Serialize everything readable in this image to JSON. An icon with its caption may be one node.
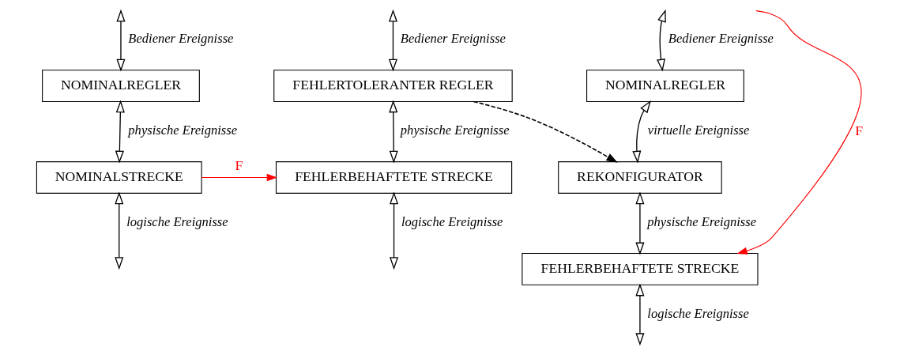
{
  "diagram": {
    "nodes": [
      {
        "text": [
          "NOMINALREGLER"
        ]
      },
      {
        "text": [
          "NOMINALSTRECKE"
        ]
      },
      {
        "text": [
          "FEHLERTOLERANTER REGLER"
        ]
      },
      {
        "text": [
          "FEHLERBEHAFTETE STRECKE"
        ]
      },
      {
        "text": [
          "NOMINALREGLER"
        ]
      },
      {
        "text": [
          "REKONFIGURATOR"
        ]
      },
      {
        "text": [
          "FEHLERBEHAFTETE STRECKE"
        ]
      }
    ],
    "edges": [
      {
        "from": null,
        "to": 0,
        "arrow": "both",
        "label": "Bediener Ereignisse"
      },
      {
        "from": 0,
        "to": 1,
        "arrow": "both",
        "label": "physische Ereignisse"
      },
      {
        "from": 1,
        "to": null,
        "arrow": "both",
        "label": "logische Ereignisse"
      },
      {
        "from": 1,
        "to": 3,
        "arrow": "to",
        "label": "F",
        "color": "#ff0000"
      },
      {
        "from": null,
        "to": 2,
        "arrow": "both",
        "label": "Bediener Ereignisse"
      },
      {
        "from": 2,
        "to": 3,
        "arrow": "both",
        "label": "physische Ereignisse"
      },
      {
        "from": 3,
        "to": null,
        "arrow": "both",
        "label": "logische Ereignisse"
      },
      {
        "from": 2,
        "to": 5,
        "arrow": "to",
        "style": "dashed"
      },
      {
        "from": null,
        "to": 6,
        "arrow": "to",
        "label": "F",
        "color": "#ff0000"
      },
      {
        "from": null,
        "to": 4,
        "arrow": "both",
        "label": "Bediener Ereignisse"
      },
      {
        "from": 4,
        "to": 5,
        "arrow": "both",
        "label": "virtuelle Ereignisse"
      },
      {
        "from": 5,
        "to": 6,
        "arrow": "both",
        "label": "physische Ereignisse"
      },
      {
        "from": 6,
        "to": null,
        "arrow": "both",
        "label": "logische Ereignisse"
      }
    ]
  }
}
